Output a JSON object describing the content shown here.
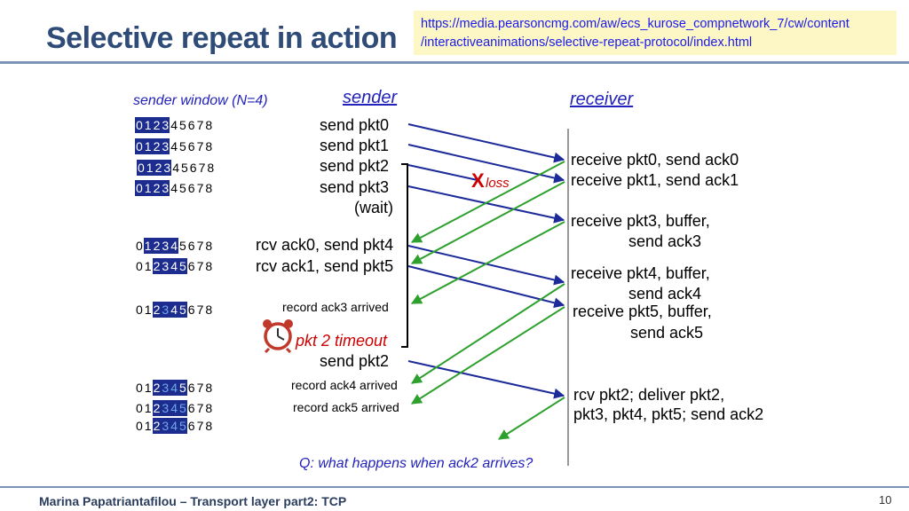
{
  "title": "Selective repeat in action",
  "url": {
    "line1": "https://media.pearsoncmg.com/aw/ecs_kurose_compnetwork_7/cw/content",
    "line2": "/interactiveanimations/selective-repeat-protocol/index.html"
  },
  "headers": {
    "sender_window": "sender window (N=4)",
    "sender": "sender",
    "receiver": "receiver"
  },
  "window_rows": [
    {
      "nums": [
        "0",
        "1",
        "2",
        "3",
        "4",
        "5",
        "6",
        "7",
        "8"
      ],
      "window": [
        0,
        1,
        2,
        3
      ],
      "highlight": []
    },
    {
      "nums": [
        "0",
        "1",
        "2",
        "3",
        "4",
        "5",
        "6",
        "7",
        "8"
      ],
      "window": [
        0,
        1,
        2,
        3
      ],
      "highlight": []
    },
    {
      "nums": [
        "0",
        "1",
        "2",
        "3",
        "4",
        "5",
        "6",
        "7",
        "8"
      ],
      "window": [
        0,
        1,
        2,
        3
      ],
      "highlight": []
    },
    {
      "nums": [
        "0",
        "1",
        "2",
        "3",
        "4",
        "5",
        "6",
        "7",
        "8"
      ],
      "window": [
        0,
        1,
        2,
        3
      ],
      "highlight": []
    },
    {
      "nums": [
        "0",
        "1",
        "2",
        "3",
        "4",
        "5",
        "6",
        "7",
        "8"
      ],
      "window": [
        1,
        2,
        3,
        4
      ],
      "highlight": []
    },
    {
      "nums": [
        "0",
        "1",
        "2",
        "3",
        "4",
        "5",
        "6",
        "7",
        "8"
      ],
      "window": [
        2,
        3,
        4,
        5
      ],
      "highlight": []
    },
    {
      "nums": [
        "0",
        "1",
        "2",
        "3",
        "4",
        "5",
        "6",
        "7",
        "8"
      ],
      "window": [
        2,
        3,
        4,
        5
      ],
      "highlight": [
        3
      ]
    },
    {
      "nums": [
        "0",
        "1",
        "2",
        "3",
        "4",
        "5",
        "6",
        "7",
        "8"
      ],
      "window": [
        2,
        3,
        4,
        5
      ],
      "highlight": [
        3,
        4
      ]
    },
    {
      "nums": [
        "0",
        "1",
        "2",
        "3",
        "4",
        "5",
        "6",
        "7",
        "8"
      ],
      "window": [
        2,
        3,
        4,
        5
      ],
      "highlight": [
        3,
        4,
        5
      ]
    },
    {
      "nums": [
        "0",
        "1",
        "2",
        "3",
        "4",
        "5",
        "6",
        "7",
        "8"
      ],
      "window": [
        2,
        3,
        4,
        5
      ],
      "highlight": [
        3,
        4,
        5
      ]
    }
  ],
  "sender_events": {
    "send_pkt0": "send  pkt0",
    "send_pkt1": "send  pkt1",
    "send_pkt2": "send  pkt2",
    "send_pkt3": "send  pkt3",
    "wait": "(wait)",
    "rcv_ack0": "rcv ack0, send pkt4",
    "rcv_ack1": "rcv ack1, send pkt5",
    "record_ack3": "record ack3 arrived",
    "timeout": "pkt 2 timeout",
    "resend_pkt2": "send  pkt2",
    "record_ack4": "record ack4 arrived",
    "record_ack5": "record ack5 arrived"
  },
  "loss_marker": "X",
  "loss_label": "loss",
  "receiver_events": {
    "r1": "receive pkt0, send ack0",
    "r2": "receive pkt1, send ack1",
    "r3a": "receive pkt3, buffer,",
    "r3b": "send ack3",
    "r4a": "receive pkt4, buffer,",
    "r4b": "send ack4",
    "r5a": "receive pkt5, buffer,",
    "r5b": "send ack5",
    "r6a": "rcv pkt2; deliver pkt2,",
    "r6b": "pkt3, pkt4, pkt5; send ack2"
  },
  "question": "Q: what happens when ack2 arrives?",
  "footer": "Marina Papatriantafilou –  Transport layer part2: TCP",
  "page_number": "10",
  "colors": {
    "title": "#2f4b78",
    "data_arrow": "#1d2a9a",
    "ack_arrow": "#2ea02e",
    "loss": "#cc0000",
    "timeout": "#cc0000",
    "window_bg": "#1d2d8f",
    "url_bg": "#fdf7c5"
  },
  "icons": [
    "alarm-clock-icon"
  ]
}
